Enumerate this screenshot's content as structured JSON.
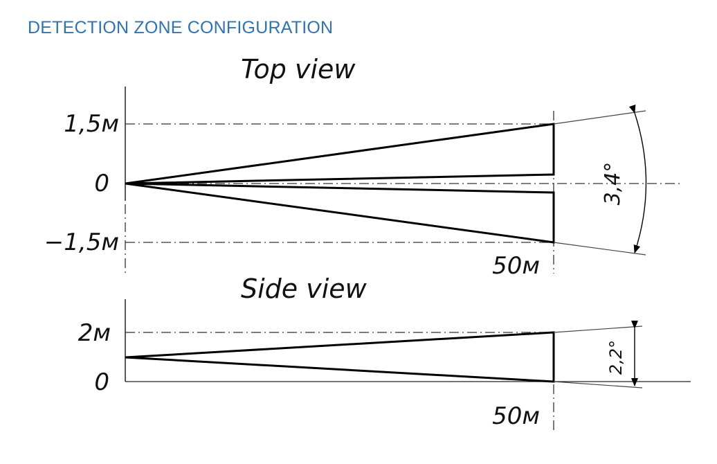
{
  "header": {
    "title": "DETECTION ZONE CONFIGURATION"
  },
  "top_view": {
    "title": "Top view",
    "labels": {
      "upper": "1,5м",
      "zero": "0",
      "lower": "−1,5м",
      "distance": "50м"
    },
    "angle": "3,4°"
  },
  "side_view": {
    "title": "Side view",
    "labels": {
      "upper": "2м",
      "zero": "0",
      "distance": "50м"
    },
    "angle": "2,2°"
  }
}
